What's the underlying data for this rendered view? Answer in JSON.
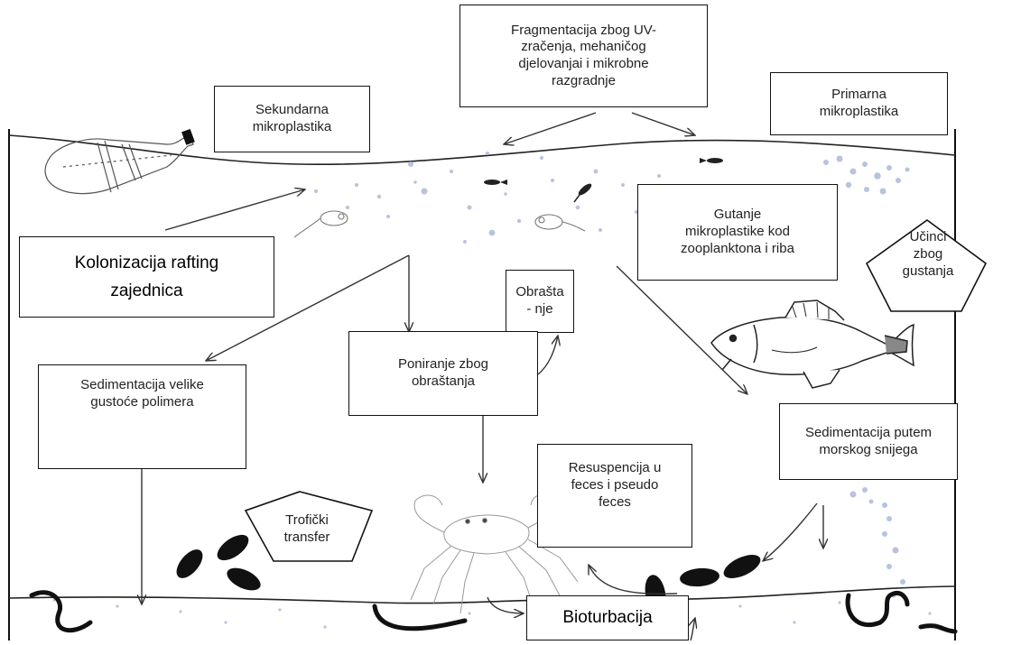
{
  "labels": {
    "fragmentation": "Fragmentacija zbog UV-\nzračenja, mehaničog\ndjelovanjai i mikrobne\nrazgradnje",
    "secondary": "Sekundarna\nmikroplastika",
    "primary": "Primarna\nmikroplastika",
    "colonization": "Kolonizacija rafting\nzajednica",
    "ingestion": "Gutanje\nmikroplastike kod\nzooplanktona i riba",
    "density": "Učinci\nzbog\ngustanja",
    "fouling": "Obrašta\n- nje",
    "sinking": "Poniranje zbog\nobraštanja",
    "sedimentation_polymer": "Sedimentacija velike\ngustoće polimera",
    "sedimentation_snow": "Sedimentacija putem\nmorskog snijega",
    "resuspension": "Resuspencija u\nfeces i pseudo\nfeces",
    "trophic": "Trofički\ntransfer",
    "bioturbation": "Bioturbacija"
  },
  "icons": [
    "plastic-bottle-icon",
    "fish-icon",
    "crab-icon",
    "mussel-icon",
    "worm-icon",
    "zooplankton-icon",
    "microplastic-particles-icon"
  ]
}
